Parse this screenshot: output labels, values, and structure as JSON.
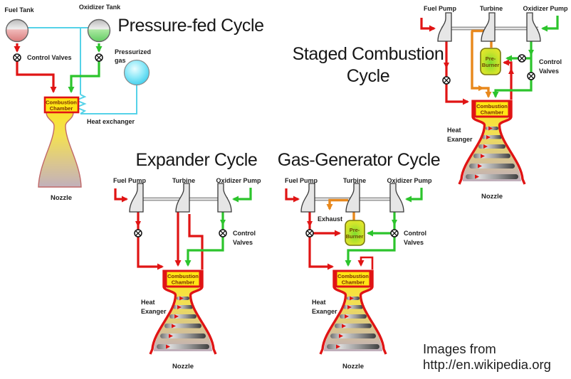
{
  "cycles": {
    "pressure_fed": {
      "title": "Pressure-fed Cycle",
      "fuel_tank": "Fuel Tank",
      "oxidizer_tank": "Oxidizer Tank",
      "control_valves": "Control Valves",
      "pressurized_gas_l1": "Pressurized",
      "pressurized_gas_l2": "gas",
      "heat_exchanger": "Heat exchanger"
    },
    "staged": {
      "title_l1": "Staged Combustion",
      "title_l2": "Cycle"
    },
    "expander": {
      "title": "Expander Cycle"
    },
    "gas_generator": {
      "title": "Gas-Generator Cycle",
      "exhaust": "Exhaust"
    }
  },
  "shared": {
    "fuel_pump": "Fuel Pump",
    "turbine": "Turbine",
    "oxidizer_pump": "Oxidizer Pump",
    "control_l1": "Control",
    "control_l2": "Valves",
    "preburner_l1": "Pre-",
    "preburner_l2": "Burner",
    "heat_exanger_l1": "Heat",
    "heat_exanger_l2": "Exanger",
    "combustion_l1": "Combustion",
    "combustion_l2": "Chamber",
    "nozzle": "Nozzle"
  },
  "credit": {
    "l1": "Images from",
    "l2": "http://en.wikipedia.org"
  },
  "colors": {
    "fuel_line": "#e01414",
    "oxidizer_line": "#2cc42c",
    "hot_gas_line": "#e8881c",
    "pressurant_line": "#55d2e8",
    "chamber_yellow": "#ffe515"
  }
}
